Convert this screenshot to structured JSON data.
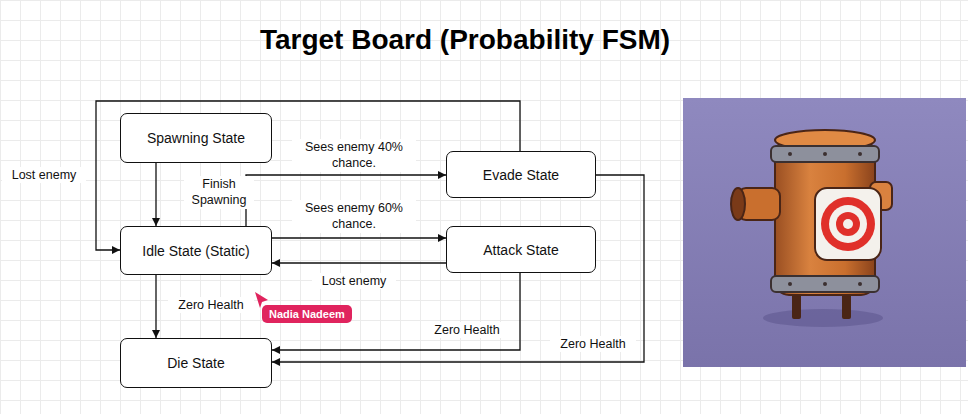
{
  "diagram": {
    "title": "Target Board (Probability FSM)",
    "nodes": [
      {
        "text": [
          "Spawning State"
        ]
      },
      {
        "text": [
          "Evade State"
        ]
      },
      {
        "text": [
          "Idle State (Static)"
        ]
      },
      {
        "text": [
          "Attack State"
        ]
      },
      {
        "text": [
          "Die State"
        ]
      }
    ],
    "edges": [
      {
        "from": 0,
        "to": 2,
        "label": "Finish Spawning",
        "arrow": "to"
      },
      {
        "from": 2,
        "to": 1,
        "label": "Sees enemy 40% chance.",
        "arrow": "to"
      },
      {
        "from": 2,
        "to": 3,
        "label": "Sees enemy 60% chance.",
        "arrow": "to"
      },
      {
        "from": 3,
        "to": 2,
        "label": "Lost enemy",
        "arrow": "to"
      },
      {
        "from": 1,
        "to": 2,
        "label": "Lost enemy",
        "arrow": "to"
      },
      {
        "from": 2,
        "to": 4,
        "label": "Zero Health",
        "arrow": "to"
      },
      {
        "from": 3,
        "to": 4,
        "label": "Zero Health",
        "arrow": "to"
      },
      {
        "from": 1,
        "to": 4,
        "label": "Zero Health",
        "arrow": "to"
      }
    ],
    "labels": [
      "Nadia Nadeem"
    ]
  }
}
